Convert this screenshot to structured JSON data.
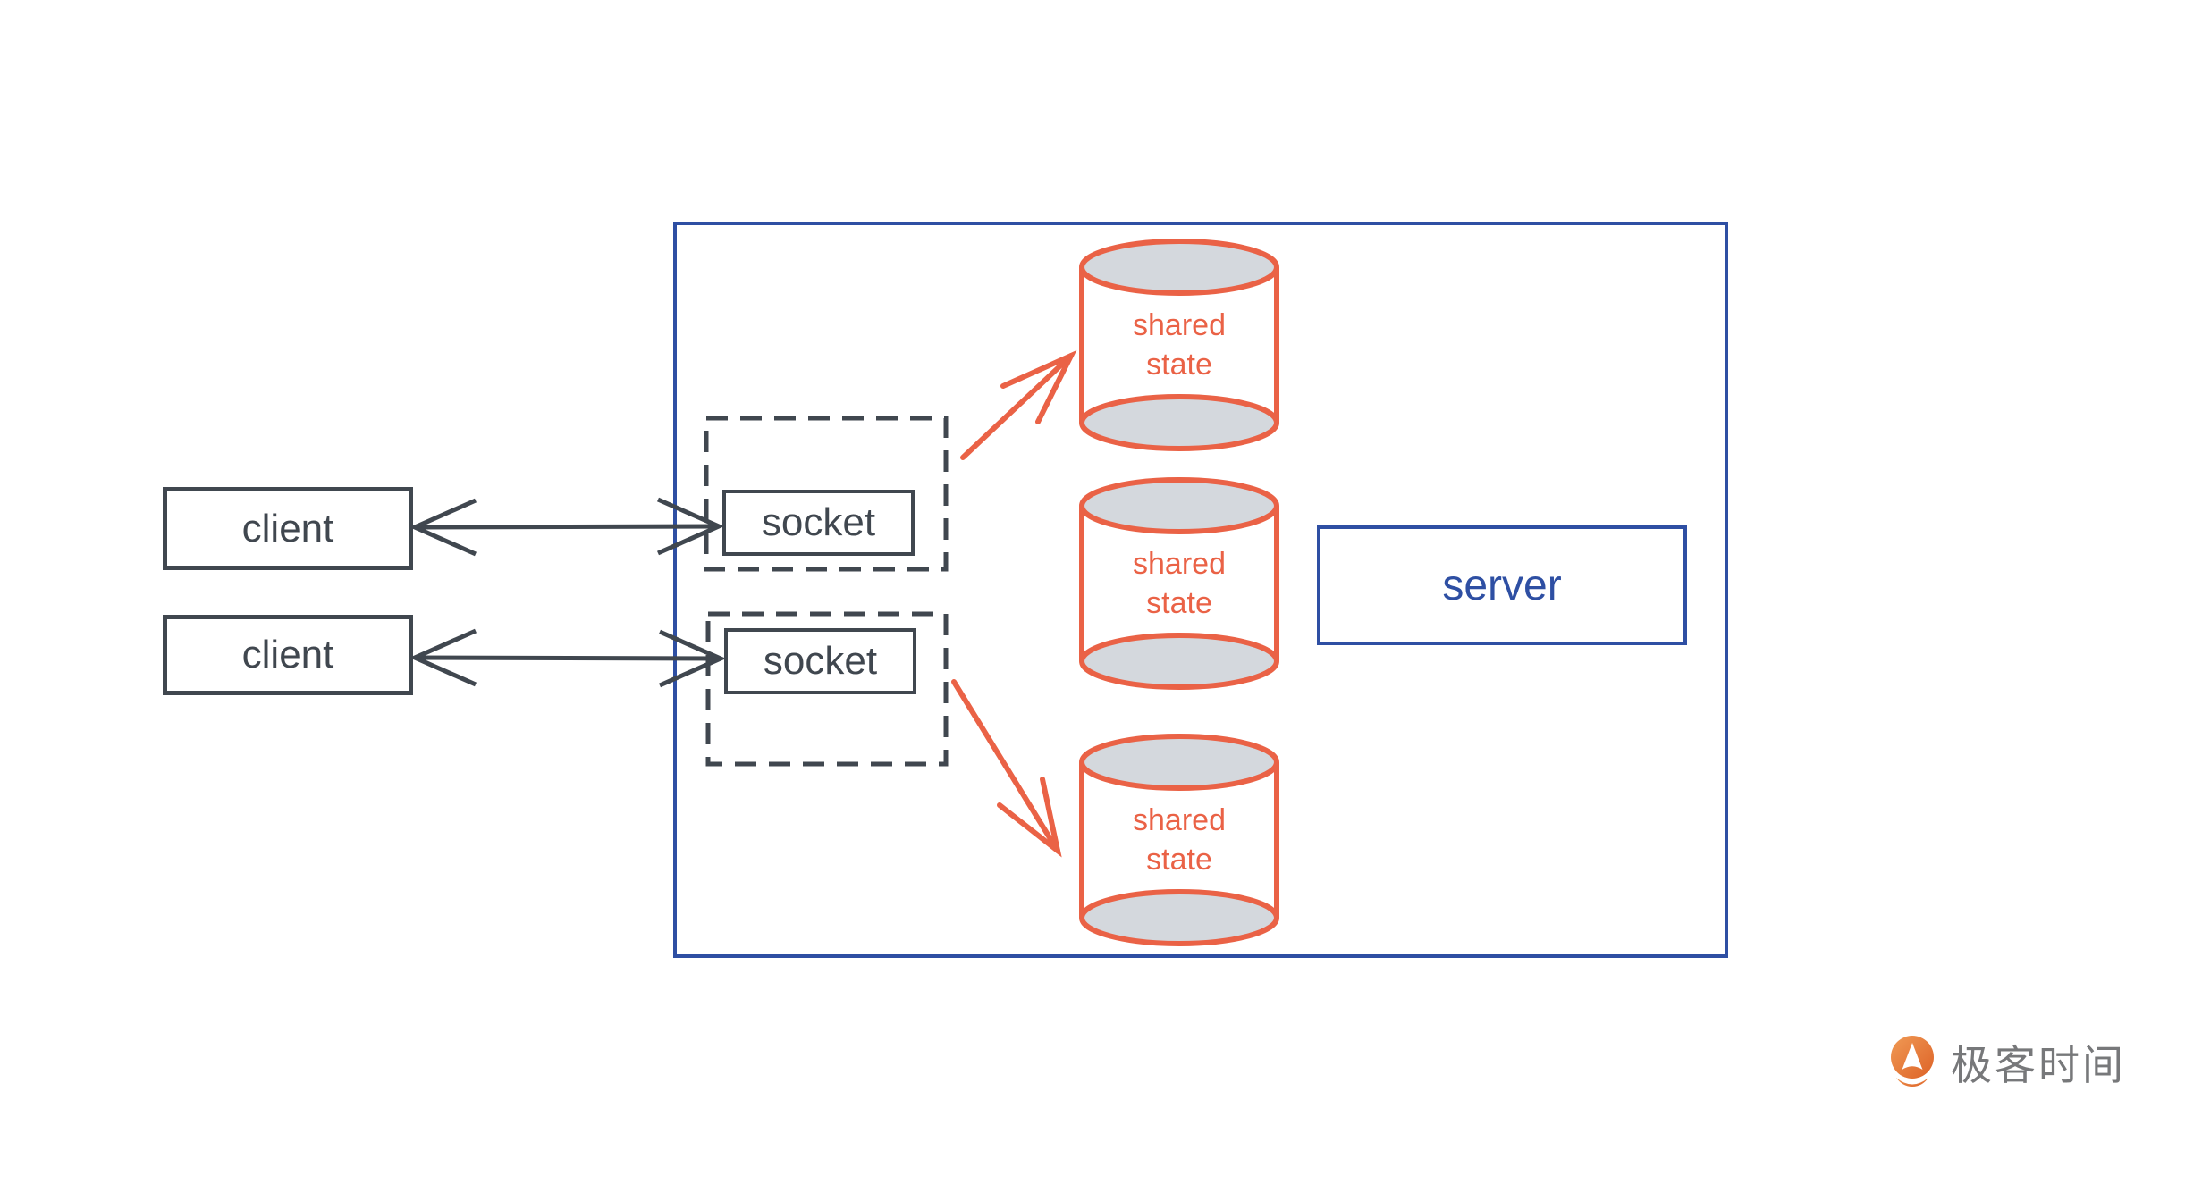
{
  "diagram": {
    "clients": [
      {
        "id": "client-1",
        "label": "client"
      },
      {
        "id": "client-2",
        "label": "client"
      }
    ],
    "sockets": [
      {
        "id": "socket-1",
        "label": "socket"
      },
      {
        "id": "socket-2",
        "label": "socket"
      }
    ],
    "shared_states": [
      {
        "id": "shared-state-1",
        "label": "shared state"
      },
      {
        "id": "shared-state-2",
        "label": "shared state"
      },
      {
        "id": "shared-state-3",
        "label": "shared state"
      }
    ],
    "server": {
      "id": "server",
      "label": "server"
    },
    "edges": [
      {
        "from": "client-1",
        "to": "socket-1",
        "type": "bidirectional",
        "color": "#40474F"
      },
      {
        "from": "client-2",
        "to": "socket-2",
        "type": "bidirectional",
        "color": "#40474F"
      },
      {
        "from": "socket-1",
        "to": "shared-state-1",
        "type": "arrow",
        "color": "#EA6246"
      },
      {
        "from": "socket-2",
        "to": "shared-state-3",
        "type": "arrow",
        "color": "#EA6246"
      }
    ]
  },
  "colors": {
    "node_outline_dark": "#40474F",
    "server_blue": "#2E4FA3",
    "shared_state_orange": "#EA6246",
    "cylinder_ellipse_fill": "#D4D8DD",
    "logo_orange": "#E8813B",
    "logo_text_gray": "#77787A"
  },
  "branding": {
    "logo_icon": "geektime-logo-icon",
    "logo_text": "极客时间"
  }
}
